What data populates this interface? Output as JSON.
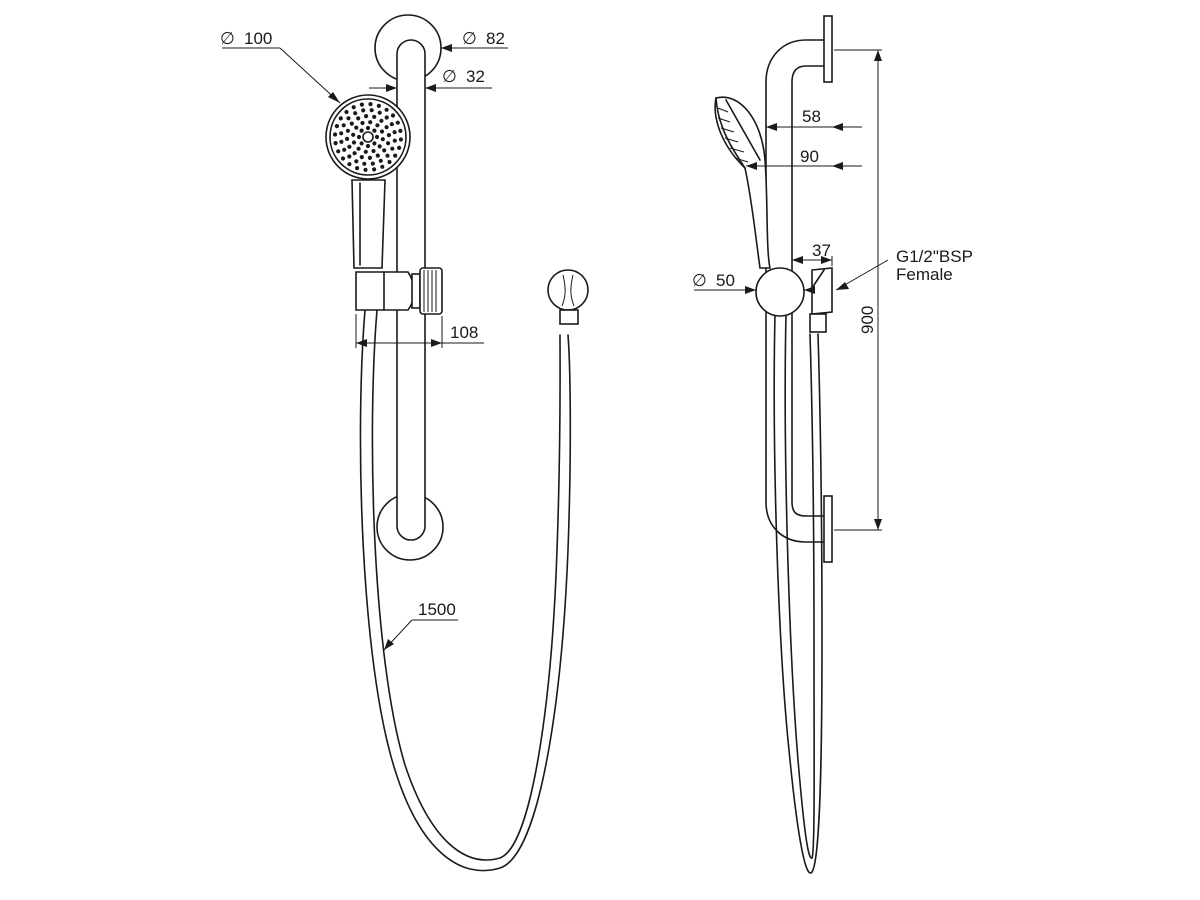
{
  "dimensions": {
    "head_diameter": "100",
    "flange_diameter": "82",
    "rail_diameter": "32",
    "bracket_projection": "108",
    "hose_length": "1500",
    "rail_offset": "58",
    "head_projection": "90",
    "knob_diameter": "50",
    "outlet_projection": "37",
    "connection": "G1/2\"BSP",
    "connection_type": "Female",
    "rail_length": "900"
  },
  "symbols": {
    "diameter": "∅"
  }
}
